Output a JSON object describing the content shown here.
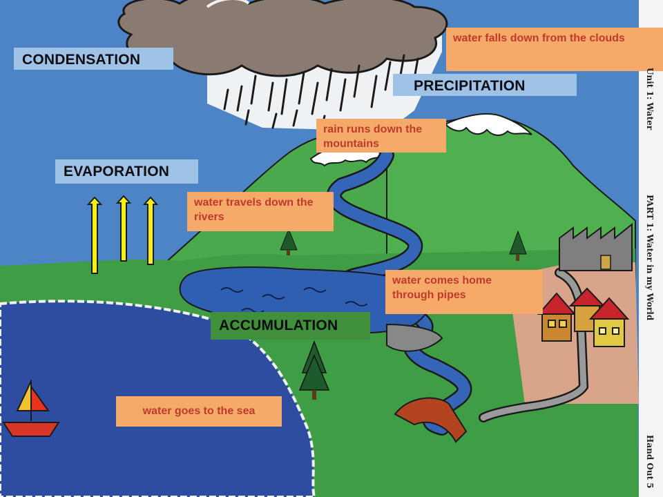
{
  "stages": {
    "condensation": "CONDENSATION",
    "precipitation": "PRECIPITATION",
    "evaporation": "EVAPORATION",
    "accumulation": "ACCUMULATION"
  },
  "notes": {
    "clouds": "water falls down from the clouds",
    "mountains": "rain runs down the mountains",
    "rivers": "water travels down the rivers",
    "pipes": "water comes home through pipes",
    "sea": "water goes to the sea"
  },
  "margin": {
    "unit": "Unit 1: Water",
    "part": "PART 1: Water in my World",
    "handout": "Hand Out 5"
  },
  "colors": {
    "stage_blue": "#9fc3e6",
    "stage_green": "#3f8f3b",
    "note_orange": "#f5aa6a",
    "note_text": "#c0392b",
    "sky": "#4f86c8",
    "sea": "#2f4fa0",
    "grass": "#46a84a",
    "arrow_yellow": "#f6f01a"
  }
}
